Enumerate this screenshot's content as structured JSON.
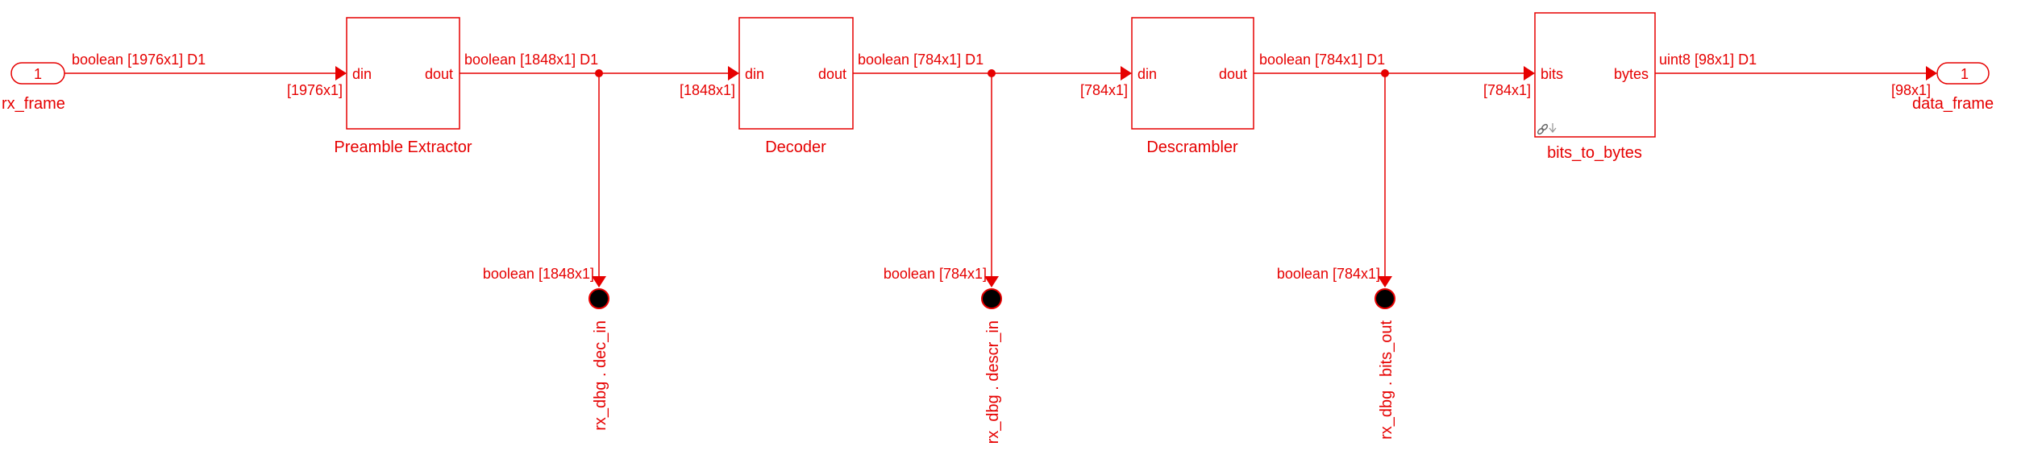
{
  "colors": {
    "wire": "#e60000",
    "block_fill": "#ffffff",
    "dot": "#000000"
  },
  "inport": {
    "number": "1",
    "name": "rx_frame"
  },
  "outport": {
    "number": "1",
    "name": "data_frame"
  },
  "blocks": [
    {
      "name": "Preamble Extractor",
      "in_port": "din",
      "out_port": "dout"
    },
    {
      "name": "Decoder",
      "in_port": "din",
      "out_port": "dout"
    },
    {
      "name": "Descrambler",
      "in_port": "din",
      "out_port": "dout"
    },
    {
      "name": "bits_to_bytes",
      "in_port": "bits",
      "out_port": "bytes"
    }
  ],
  "signals": {
    "rx_frame_out": "boolean [1976x1] D1",
    "preamble_in_dim": "[1976x1]",
    "preamble_out": "boolean [1848x1] D1",
    "decoder_in_dim": "[1848x1]",
    "decoder_out": "boolean [784x1] D1",
    "descrambler_in_dim": "[784x1]",
    "descrambler_out": "boolean [784x1] D1",
    "bits_in_dim": "[784x1]",
    "bits_out": "uint8 [98x1] D1",
    "outport_in_dim": "[98x1]"
  },
  "probes": [
    {
      "type": "boolean [1848x1]",
      "name": "rx_dbg . dec_in"
    },
    {
      "type": "boolean [784x1]",
      "name": "rx_dbg . descr_in"
    },
    {
      "type": "boolean [784x1]",
      "name": "rx_dbg . bits_out"
    }
  ]
}
